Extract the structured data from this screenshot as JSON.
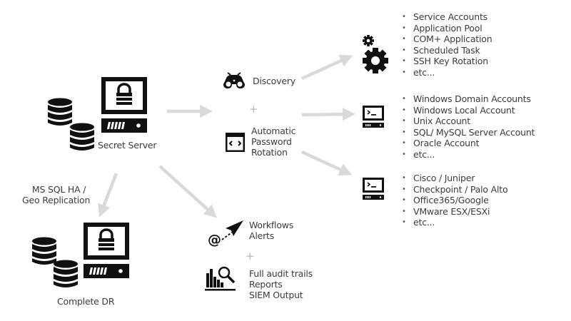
{
  "colors": {
    "icon": "#111111",
    "text": "#3b3b3b",
    "arrow": "#d9d9d9",
    "plus": "#b8b8b8",
    "background": "#ffffff"
  },
  "nodes": {
    "secret_server": {
      "label": "Secret Server",
      "icons": [
        "database-icon",
        "database-icon",
        "locked-server-icon"
      ]
    },
    "replication": {
      "label_line1": "MS SQL HA /",
      "label_line2": "Geo Replication"
    },
    "complete_dr": {
      "label": "Complete DR",
      "icons": [
        "database-icon",
        "database-icon",
        "locked-server-icon"
      ]
    },
    "discovery": {
      "label": "Discovery",
      "icon": "binoculars-icon"
    },
    "plus_symbol": "+",
    "password_rotation": {
      "label_line1": "Automatic",
      "label_line2": "Password",
      "label_line3": "Rotation",
      "icon": "code-window-icon"
    },
    "workflows": {
      "label_line1": "Workflows",
      "label_line2": "Alerts",
      "icon": "email-send-icon"
    },
    "audit": {
      "label_line1": "Full audit trails",
      "label_line2": "Reports",
      "label_line3": "SIEM Output",
      "icon": "chart-search-icon"
    }
  },
  "lists": {
    "service_accounts": {
      "icon": "gears-icon",
      "items": [
        "Service Accounts",
        "Application Pool",
        "COM+ Application",
        "Scheduled Task",
        "SSH Key Rotation",
        "etc..."
      ]
    },
    "os_accounts": {
      "icon": "terminal-server-icon",
      "items": [
        "Windows Domain Accounts",
        "Windows Local Account",
        "Unix Account",
        "SQL/ MySQL Server Account",
        "Oracle Account",
        "etc..."
      ]
    },
    "network_accounts": {
      "icon": "terminal-server-icon",
      "items": [
        "Cisco / Juniper",
        "Checkpoint / Palo Alto",
        "Office365/Google",
        "VMware ESX/ESXi",
        "etc..."
      ]
    }
  }
}
